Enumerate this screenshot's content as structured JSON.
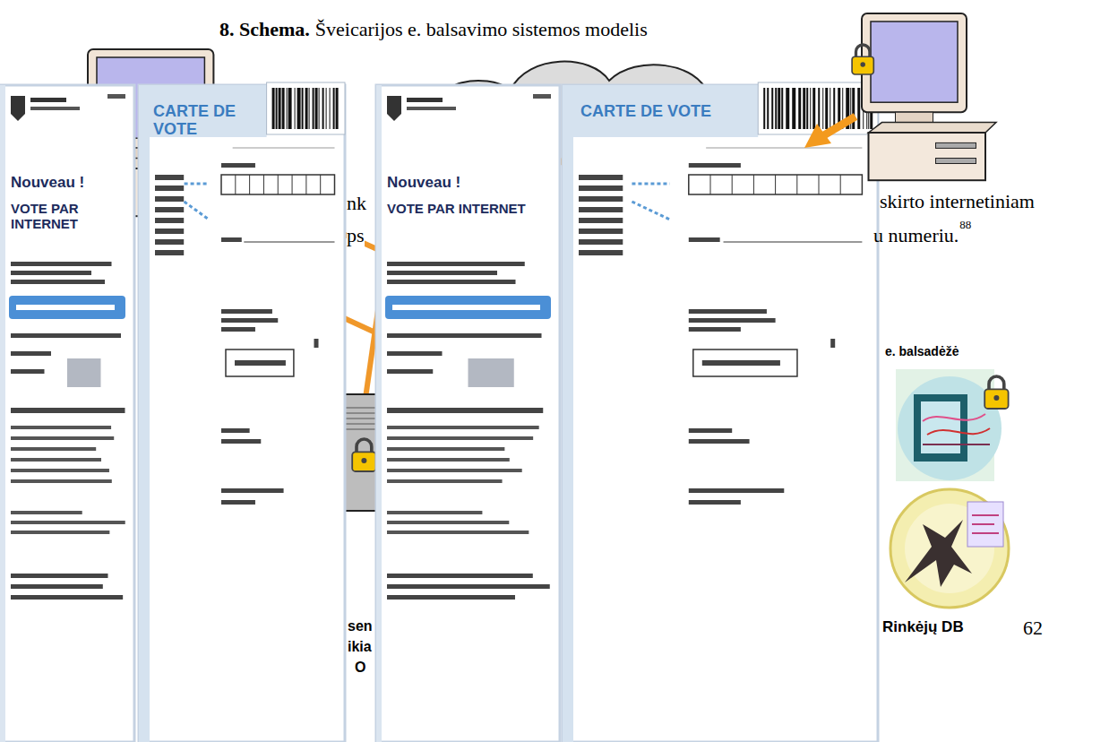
{
  "diagram": {
    "title": "8. Schema.",
    "nodes": [
      {
        "text": [
          "Nouveau !",
          "VOTE PAR INTERNET"
        ]
      },
      {
        "text": [
          "CARTE DE VOTE"
        ]
      },
      {
        "text": [
          "Nouveau !",
          "VOTE PAR INTERNET"
        ]
      },
      {
        "text": [
          "CARTE DE VOTE"
        ]
      }
    ],
    "labels": [
      "Šveicarijos e. balsavimo sistemos modelis",
      "nk",
      "skirto internetiniam",
      "ps",
      "u numeriu.",
      "88",
      "e. balsadėžė",
      "sen",
      "ikia",
      "O",
      "Rinkėjų DB",
      "62"
    ]
  }
}
